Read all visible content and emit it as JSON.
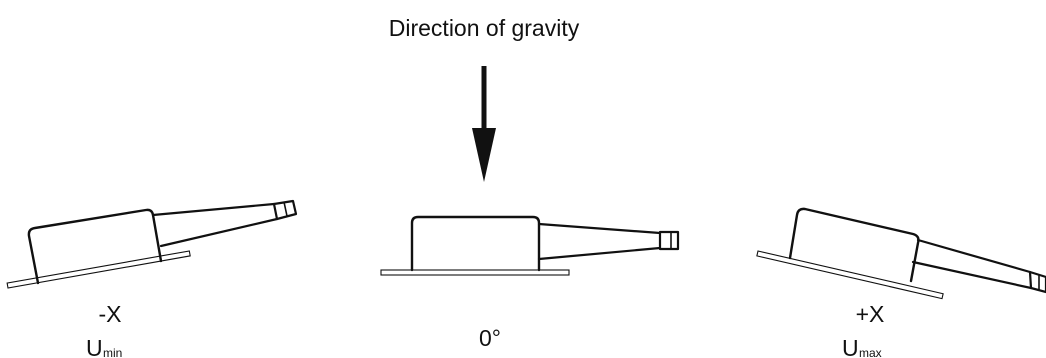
{
  "gravity_label": "Direction of gravity",
  "positions": [
    {
      "id": "minus-x",
      "label": "-X",
      "voltage_symbol": "U",
      "voltage_subscript": "min"
    },
    {
      "id": "zero",
      "label": "0°"
    },
    {
      "id": "plus-x",
      "label": "+X",
      "voltage_symbol": "U",
      "voltage_subscript": "max"
    }
  ],
  "colors": {
    "ink": "#111111",
    "background": "#ffffff"
  }
}
